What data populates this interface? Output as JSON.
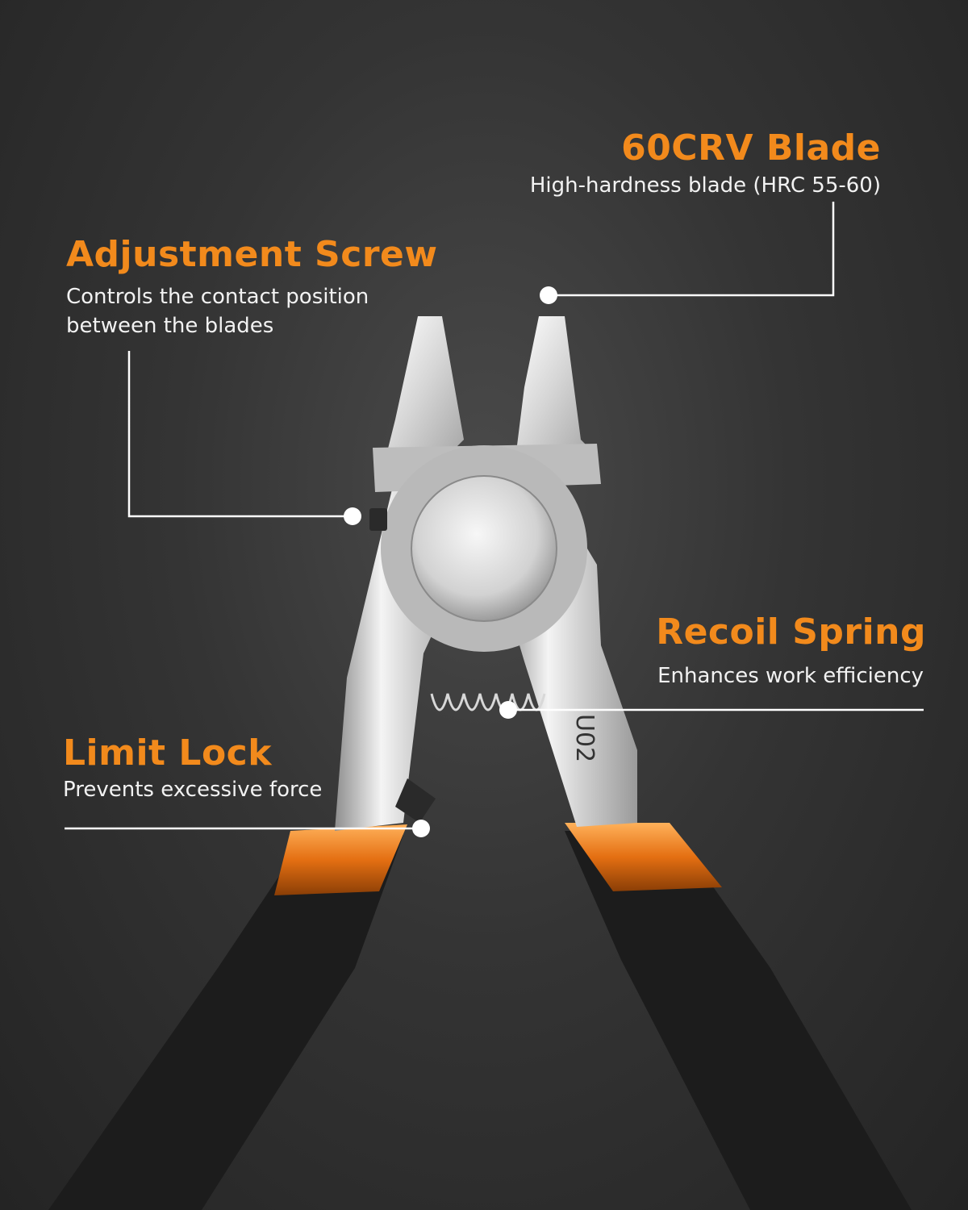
{
  "colors": {
    "accent": "#f28a1c",
    "line": "#ffffff",
    "handle": "#1e1e1e"
  },
  "product": {
    "model_mark": "U02"
  },
  "callouts": {
    "blade": {
      "title": "60CRV Blade",
      "desc": "High-hardness blade (HRC 55-60)"
    },
    "screw": {
      "title": "Adjustment Screw",
      "desc_line1": "Controls the contact position",
      "desc_line2": "between the blades"
    },
    "spring": {
      "title": "Recoil Spring",
      "desc": "Enhances work efficiency"
    },
    "lock": {
      "title": "Limit Lock",
      "desc": "Prevents excessive force"
    }
  }
}
